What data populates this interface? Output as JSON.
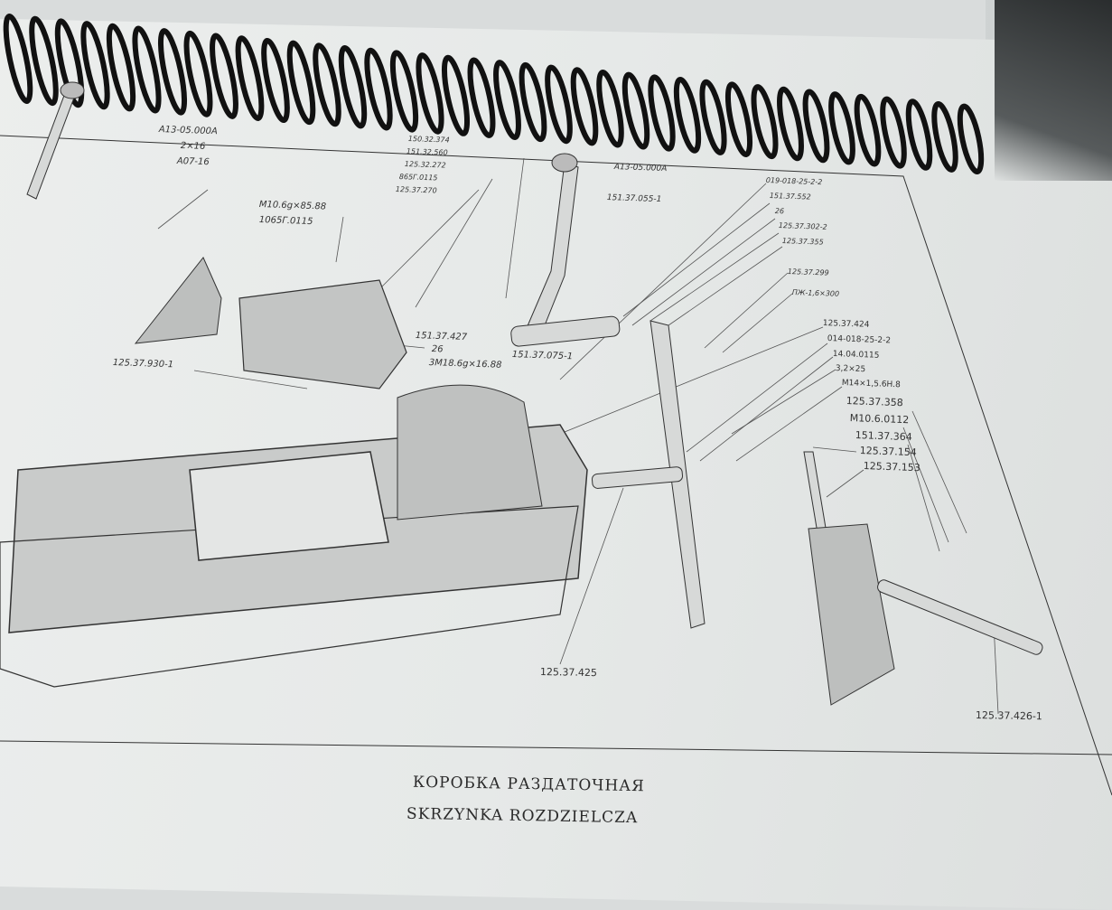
{
  "labels_left": [
    {
      "id": "l1",
      "text": "А13-05.000А"
    },
    {
      "id": "l2",
      "text": "2×16"
    },
    {
      "id": "l3",
      "text": "А07-16"
    },
    {
      "id": "l4",
      "text": "М10.6g×85.88"
    },
    {
      "id": "l5",
      "text": "1065Г.0115"
    },
    {
      "id": "l6",
      "text": "150.32.374"
    },
    {
      "id": "l7",
      "text": "151.32.560"
    },
    {
      "id": "l8",
      "text": "125.32.272"
    },
    {
      "id": "l9",
      "text": "865Г.0115"
    },
    {
      "id": "l10",
      "text": "125.37.270"
    },
    {
      "id": "l11",
      "text": "151.37.427"
    },
    {
      "id": "l12",
      "text": "26"
    },
    {
      "id": "l13",
      "text": "3М18.6g×16.88"
    },
    {
      "id": "l14",
      "text": "125.37.930-1"
    }
  ],
  "labels_right": [
    {
      "id": "r1",
      "text": "А13-05.000А"
    },
    {
      "id": "r2",
      "text": "151.37.055-1"
    },
    {
      "id": "r3",
      "text": "151.37.075-1"
    },
    {
      "id": "r4",
      "text": "019-018-25-2-2"
    },
    {
      "id": "r5",
      "text": "151.37.552"
    },
    {
      "id": "r6",
      "text": "26"
    },
    {
      "id": "r7",
      "text": "125.37.302-2"
    },
    {
      "id": "r8",
      "text": "125.37.355"
    },
    {
      "id": "r9",
      "text": "125.37.299"
    },
    {
      "id": "r10",
      "text": "ПЖ-1,6×300"
    },
    {
      "id": "r11",
      "text": "125.37.424"
    },
    {
      "id": "r12",
      "text": "014-018-25-2-2"
    },
    {
      "id": "r13",
      "text": "14.04.0115"
    },
    {
      "id": "r14",
      "text": "3,2×25"
    },
    {
      "id": "r15",
      "text": "М14×1,5.6Н.8"
    },
    {
      "id": "r16",
      "text": "125.37.358"
    },
    {
      "id": "r17",
      "text": "М10.6.0112"
    },
    {
      "id": "r18",
      "text": "151.37.364"
    },
    {
      "id": "r19",
      "text": "125.37.154"
    },
    {
      "id": "r20",
      "text": "125.37.153"
    },
    {
      "id": "r21",
      "text": "125.37.425"
    },
    {
      "id": "r22",
      "text": "125.37.426-1"
    }
  ],
  "caption": {
    "ru": "КОРОБКА РАЗДАТОЧНАЯ",
    "pl": "SKRZYNKA ROZDZIELCZA"
  }
}
